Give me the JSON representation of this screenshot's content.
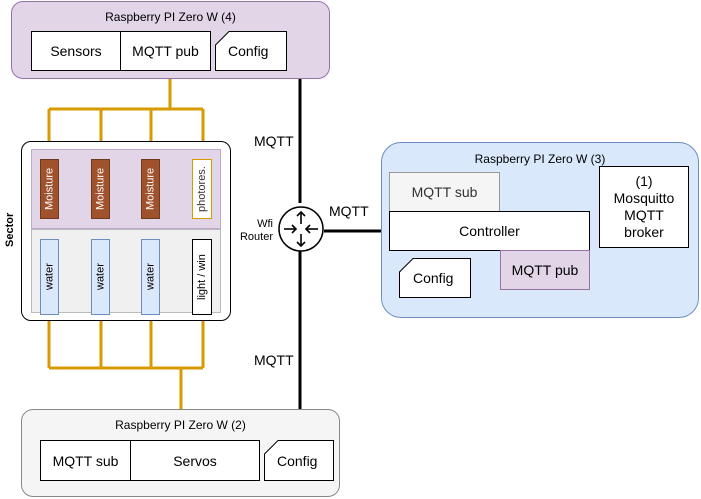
{
  "pi4": {
    "title": "Raspberry PI Zero W (4)",
    "sensors": "Sensors",
    "mqtt_pub": "MQTT pub",
    "config": "Config"
  },
  "pi3": {
    "title": "Raspberry PI Zero W (3)",
    "mqtt_sub": "MQTT sub",
    "controller": "Controller",
    "mqtt_pub": "MQTT pub",
    "config": "Config",
    "broker_l1": "(1)",
    "broker_l2": "Mosquitto",
    "broker_l3": "MQTT",
    "broker_l4": "broker"
  },
  "pi2": {
    "title": "Raspberry PI Zero W (2)",
    "mqtt_sub": "MQTT sub",
    "servos": "Servos",
    "config": "Config"
  },
  "sector": {
    "label": "Sector",
    "moisture": [
      "Moisture",
      "Moisture",
      "Moisture"
    ],
    "photores": "photores.",
    "water": [
      "water",
      "water",
      "water"
    ],
    "light_win": "light / win"
  },
  "router": {
    "label_l1": "Wfi",
    "label_l2": "Router"
  },
  "links": {
    "mqtt_top": "MQTT",
    "mqtt_right": "MQTT",
    "mqtt_bottom": "MQTT"
  },
  "colors": {
    "pi4_fill": "#e1d5e7",
    "pi3_fill": "#dae8fc",
    "pi2_fill": "#f5f5f5",
    "moisture_fill": "#a0522d",
    "water_fill": "#dae8fc",
    "wire": "#d79b00"
  }
}
